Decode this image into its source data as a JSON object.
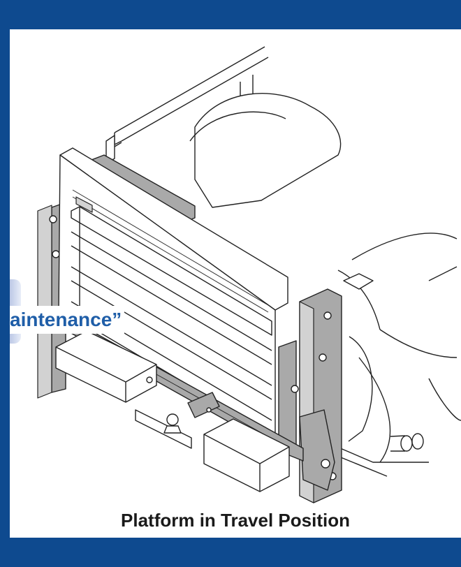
{
  "header_band": {
    "color": "#0e4a8f"
  },
  "illustration": {
    "icon": "wheelchair-lift-truck-drawing",
    "overlay_fragment": "aintenance”",
    "overlay_color": "#1f5ea8"
  },
  "caption": "Platform in Travel Position"
}
